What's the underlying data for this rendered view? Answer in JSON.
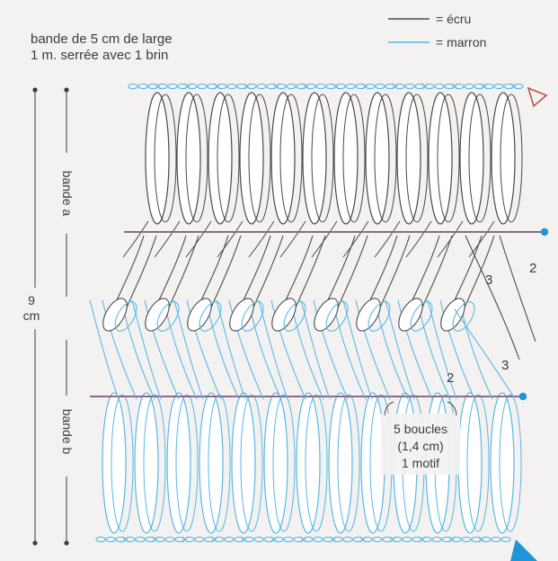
{
  "header": {
    "line1": "bande de 5 cm de large",
    "line2": "1 m. serrée avec 1 brin"
  },
  "legend": [
    {
      "label": "= écru",
      "color": "#4a4a4a"
    },
    {
      "label": "= marron",
      "color": "#5ab8e6"
    }
  ],
  "dimension": {
    "value": "9",
    "unit": "cm"
  },
  "band_labels": {
    "a": "bande a",
    "b": "bande b"
  },
  "strand_numbers": {
    "upper_3": "3",
    "upper_2": "2",
    "lower_2": "2",
    "lower_3": "3"
  },
  "callout": {
    "line1": "5 boucles",
    "line2": "(1,4 cm)",
    "line3": "1 motif"
  },
  "colors": {
    "ecru": "#4a4a4a",
    "marron": "#5ab8e6",
    "loop_fill": "#ffffff",
    "rod": "#8a6a8a",
    "background": "#f3f2f1",
    "marker_blue": "#1d95d8",
    "marker_red": "#c0504d"
  }
}
